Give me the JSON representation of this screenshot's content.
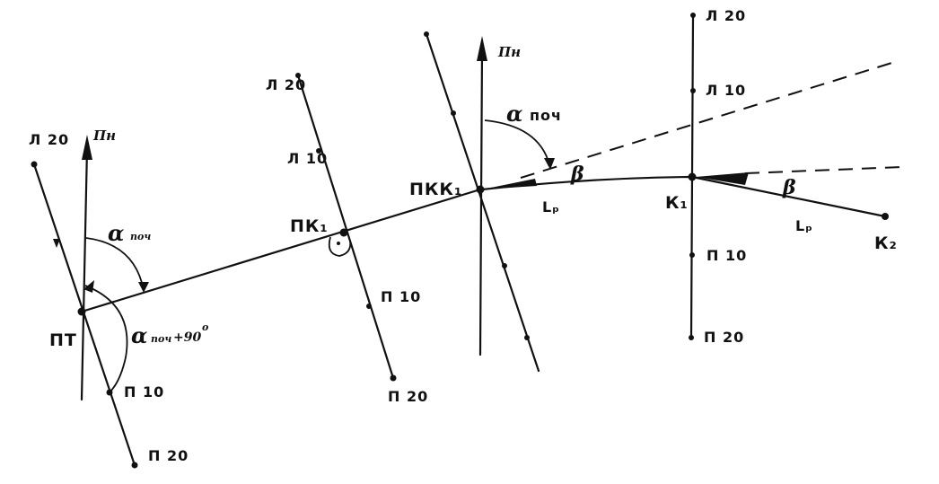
{
  "north_label": "Пн",
  "start_point": {
    "label": "ПТ",
    "left_20": "Л 20",
    "right_10": "П 10",
    "right_20": "П 20"
  },
  "pk1": {
    "label": "ПК₁",
    "left_20": "Л 20",
    "left_10": "Л 10",
    "right_10": "П 10",
    "right_20": "П 20"
  },
  "pkk1": {
    "label": "ПКК₁"
  },
  "k1": {
    "label": "К₁",
    "left_20": "Л 20",
    "left_10": "Л 10",
    "right_10": "П 10",
    "right_20": "П 20"
  },
  "k2": {
    "label": "К₂"
  },
  "angles": {
    "alpha": "α",
    "alpha_sub": "поч",
    "alpha_plus_90_suffix": "+90",
    "degree": "o",
    "beta": "β"
  },
  "segment_length_label": "Lₚ"
}
